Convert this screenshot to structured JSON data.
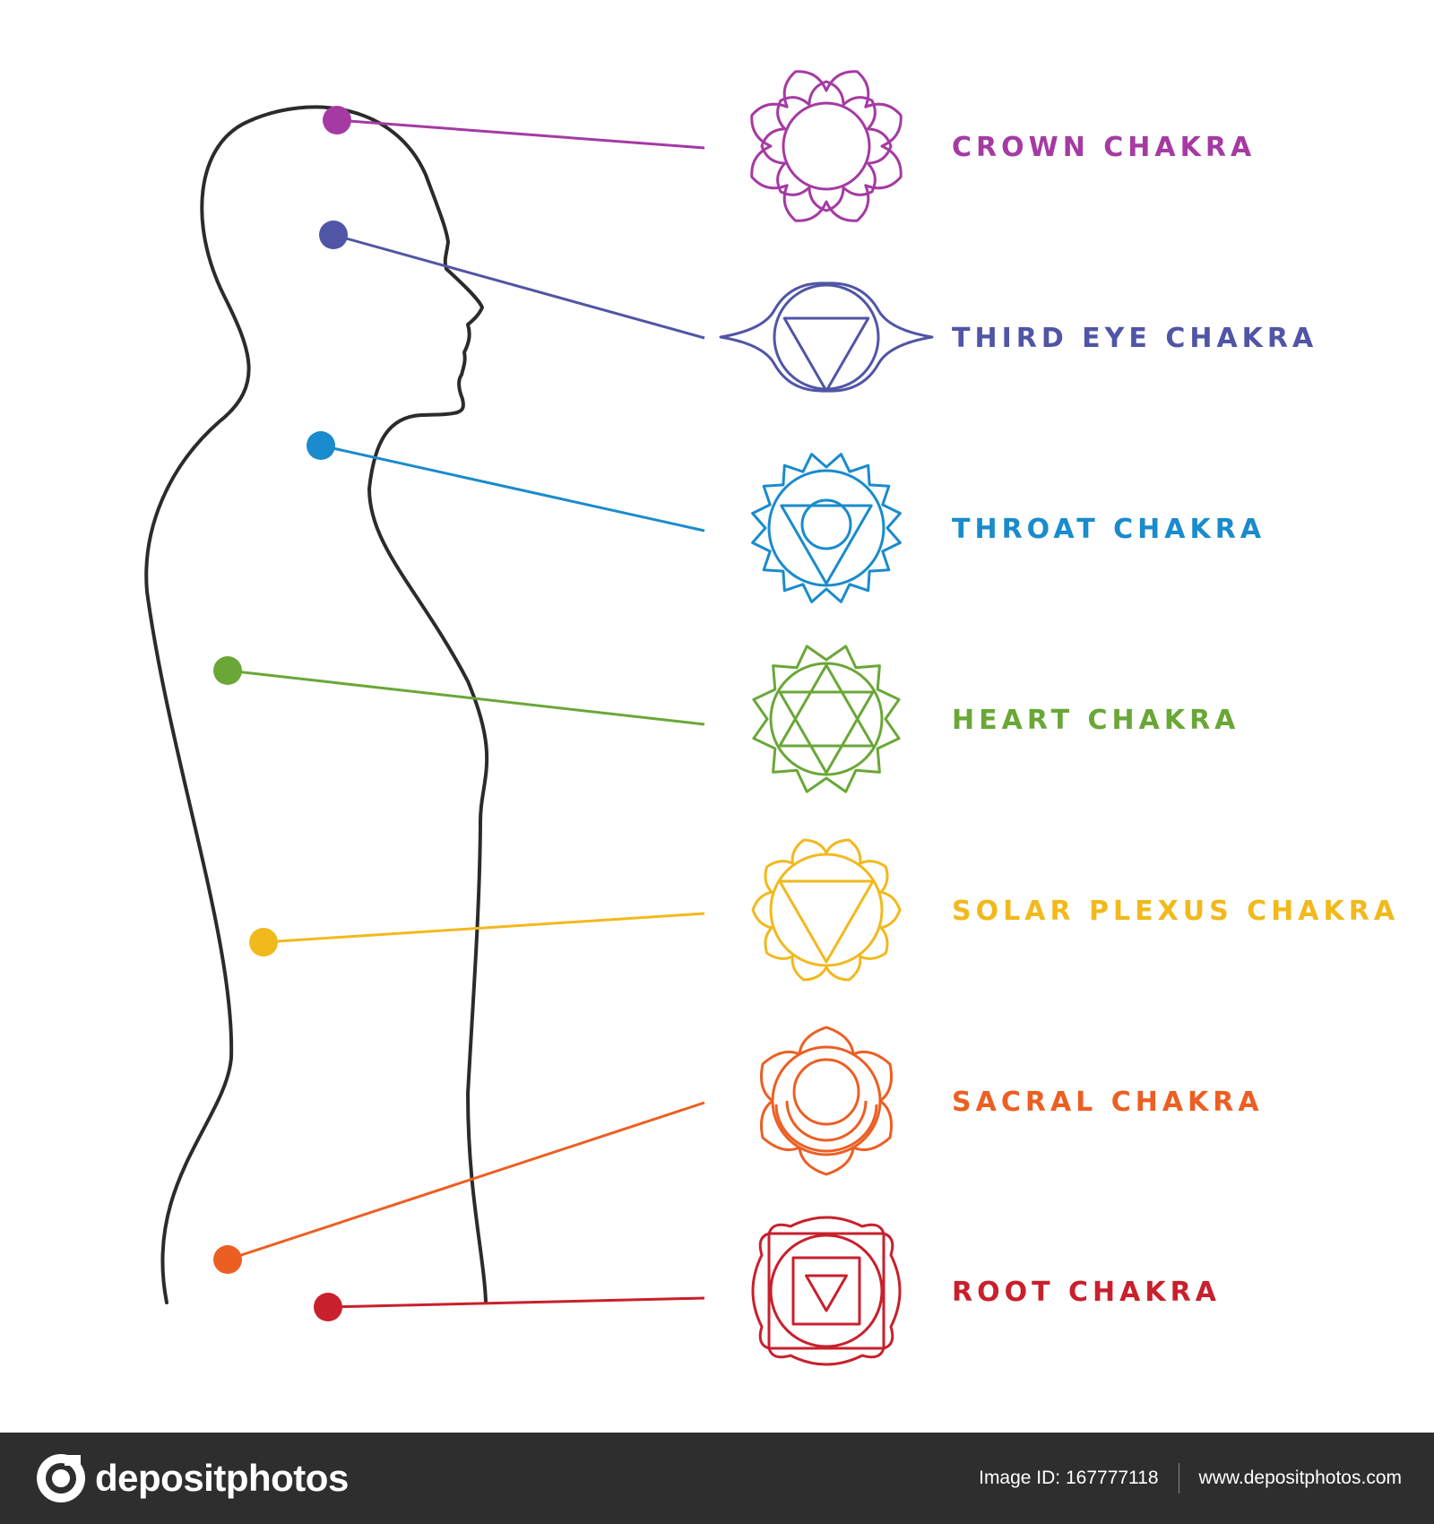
{
  "chakras": [
    {
      "label": "CROWN CHAKRA",
      "color": "#a53aa3",
      "symbol": "crown-lotus-icon"
    },
    {
      "label": "THIRD EYE CHAKRA",
      "color": "#5155a6",
      "symbol": "third-eye-icon"
    },
    {
      "label": "THROAT CHAKRA",
      "color": "#1a8bcc",
      "symbol": "throat-lotus-icon"
    },
    {
      "label": "HEART CHAKRA",
      "color": "#6aa737",
      "symbol": "heart-hexagram-icon"
    },
    {
      "label": "SOLAR PLEXUS CHAKRA",
      "color": "#f2b91d",
      "symbol": "solar-plexus-icon"
    },
    {
      "label": "SACRAL CHAKRA",
      "color": "#ec5f23",
      "symbol": "sacral-lotus-icon"
    },
    {
      "label": "ROOT CHAKRA",
      "color": "#c8202c",
      "symbol": "root-square-icon"
    }
  ],
  "body_outline_color": "#2b2b2b",
  "footer": {
    "brand": "depositphotos",
    "image_id": "Image ID: 167777118",
    "website": "www.depositphotos.com"
  }
}
